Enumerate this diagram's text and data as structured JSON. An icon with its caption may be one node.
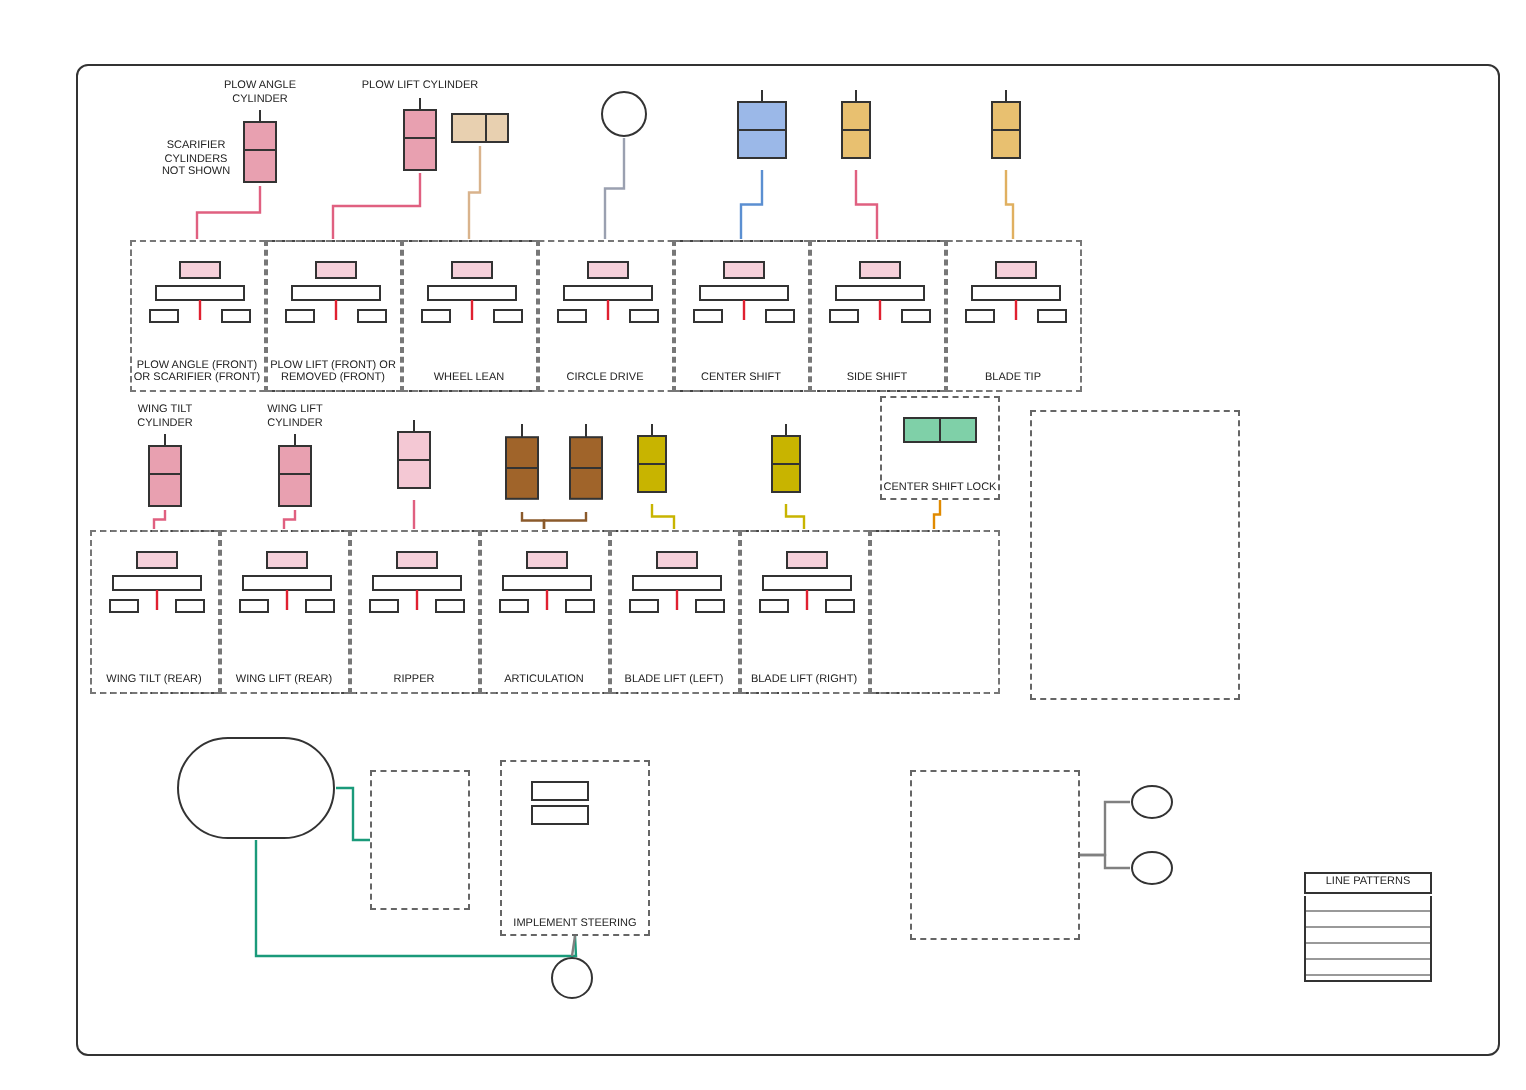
{
  "diagram": {
    "nodes": [
      {
        "text": [],
        "shape": "box"
      },
      {
        "text": [
          "PLOW ANGLE (FRONT) OR SCARIFIER (FRONT)"
        ],
        "in": 0
      },
      {
        "text": [
          "PLOW LIFT (FRONT) OR REMOVED (FRONT)"
        ],
        "in": 0
      },
      {
        "text": [
          "WHEEL LEAN"
        ],
        "in": 0
      },
      {
        "text": [
          "CIRCLE DRIVE"
        ],
        "in": 0
      },
      {
        "text": [
          "CENTER SHIFT"
        ],
        "in": 0
      },
      {
        "text": [
          "SIDE SHIFT"
        ],
        "in": 0
      },
      {
        "text": [
          "BLADE TIP"
        ],
        "in": 0
      },
      {
        "text": [
          "PLOW ANGLE CYLINDER"
        ]
      },
      {
        "text": [
          "PLOW LIFT CYLINDER"
        ]
      },
      {
        "text": [],
        "shape": "cylinder"
      },
      {
        "text": [],
        "shape": "circle"
      },
      {
        "text": [],
        "shape": "cylinder"
      },
      {
        "text": [],
        "shape": "cylinder"
      },
      {
        "text": [],
        "shape": "cylinder"
      },
      {
        "text": [],
        "shape": "box"
      },
      {
        "text": [
          "WING TILT (REAR)"
        ],
        "in": 15
      },
      {
        "text": [
          "WING LIFT (REAR)"
        ],
        "in": 15
      },
      {
        "text": [
          "RIPPER"
        ],
        "in": 15
      },
      {
        "text": [
          "ARTICULATION"
        ],
        "in": 15
      },
      {
        "text": [
          "BLADE LIFT (LEFT)"
        ],
        "in": 15
      },
      {
        "text": [
          "BLADE LIFT (RIGHT)"
        ],
        "in": 15
      },
      {
        "text": [],
        "shape": "box",
        "in": 15
      },
      {
        "text": [
          "WING TILT CYLINDER"
        ]
      },
      {
        "text": [
          "WING LIFT CYLINDER"
        ]
      },
      {
        "text": [],
        "shape": "cylinder"
      },
      {
        "text": [],
        "shape": "cylinder"
      },
      {
        "text": [],
        "shape": "cylinder"
      },
      {
        "text": [],
        "shape": "cylinder"
      },
      {
        "text": [],
        "shape": "cylinder"
      },
      {
        "text": [
          "CENTER SHIFT LOCK"
        ]
      },
      {
        "text": [],
        "shape": "cylinder"
      },
      {
        "text": [],
        "shape": "box"
      },
      {
        "text": [
          "IMPLEMENT STEERING"
        ]
      },
      {
        "text": [],
        "shape": "circle"
      },
      {
        "text": [],
        "shape": "box"
      },
      {
        "text": [],
        "shape": "box"
      },
      {
        "text": [],
        "shape": "circle"
      },
      {
        "text": [],
        "shape": "circle"
      }
    ],
    "edges": [
      {
        "from": 8,
        "to": 1,
        "arrow": "none"
      },
      {
        "from": 9,
        "to": 2,
        "arrow": "none"
      },
      {
        "from": 10,
        "to": 3,
        "arrow": "none",
        "color": "#d9b38c"
      },
      {
        "from": 11,
        "to": 4,
        "arrow": "none",
        "color": "#9aa0b0"
      },
      {
        "from": 12,
        "to": 5,
        "arrow": "none",
        "color": "#5b8fd1"
      },
      {
        "from": 13,
        "to": 6,
        "arrow": "none"
      },
      {
        "from": 14,
        "to": 7,
        "arrow": "none",
        "color": "#e0b060"
      },
      {
        "from": 23,
        "to": 16,
        "arrow": "none"
      },
      {
        "from": 24,
        "to": 17,
        "arrow": "none"
      },
      {
        "from": 25,
        "to": 18,
        "arrow": "none"
      },
      {
        "from": 26,
        "to": 19,
        "arrow": "none",
        "color": "#8b5a2b"
      },
      {
        "from": 27,
        "to": 19,
        "arrow": "none",
        "color": "#8b5a2b"
      },
      {
        "from": 28,
        "to": 20,
        "arrow": "none",
        "color": "#c8b400"
      },
      {
        "from": 29,
        "to": 21,
        "arrow": "none",
        "color": "#c8b400"
      },
      {
        "from": 30,
        "to": 22,
        "arrow": "none",
        "color": "#e08a00"
      },
      {
        "from": 31,
        "to": 32,
        "arrow": "none",
        "color": "#1a9a7a"
      },
      {
        "from": 31,
        "to": 33,
        "arrow": "none",
        "color": "#1a9a7a"
      },
      {
        "from": 34,
        "to": 33,
        "arrow": "none",
        "color": "#808080"
      },
      {
        "from": 36,
        "to": 37,
        "arrow": "none",
        "color": "#808080"
      },
      {
        "from": 36,
        "to": 38,
        "arrow": "none",
        "color": "#808080"
      }
    ],
    "labels": [
      "SCARIFIER CYLINDERS NOT SHOWN",
      "LINE PATTERNS"
    ]
  }
}
